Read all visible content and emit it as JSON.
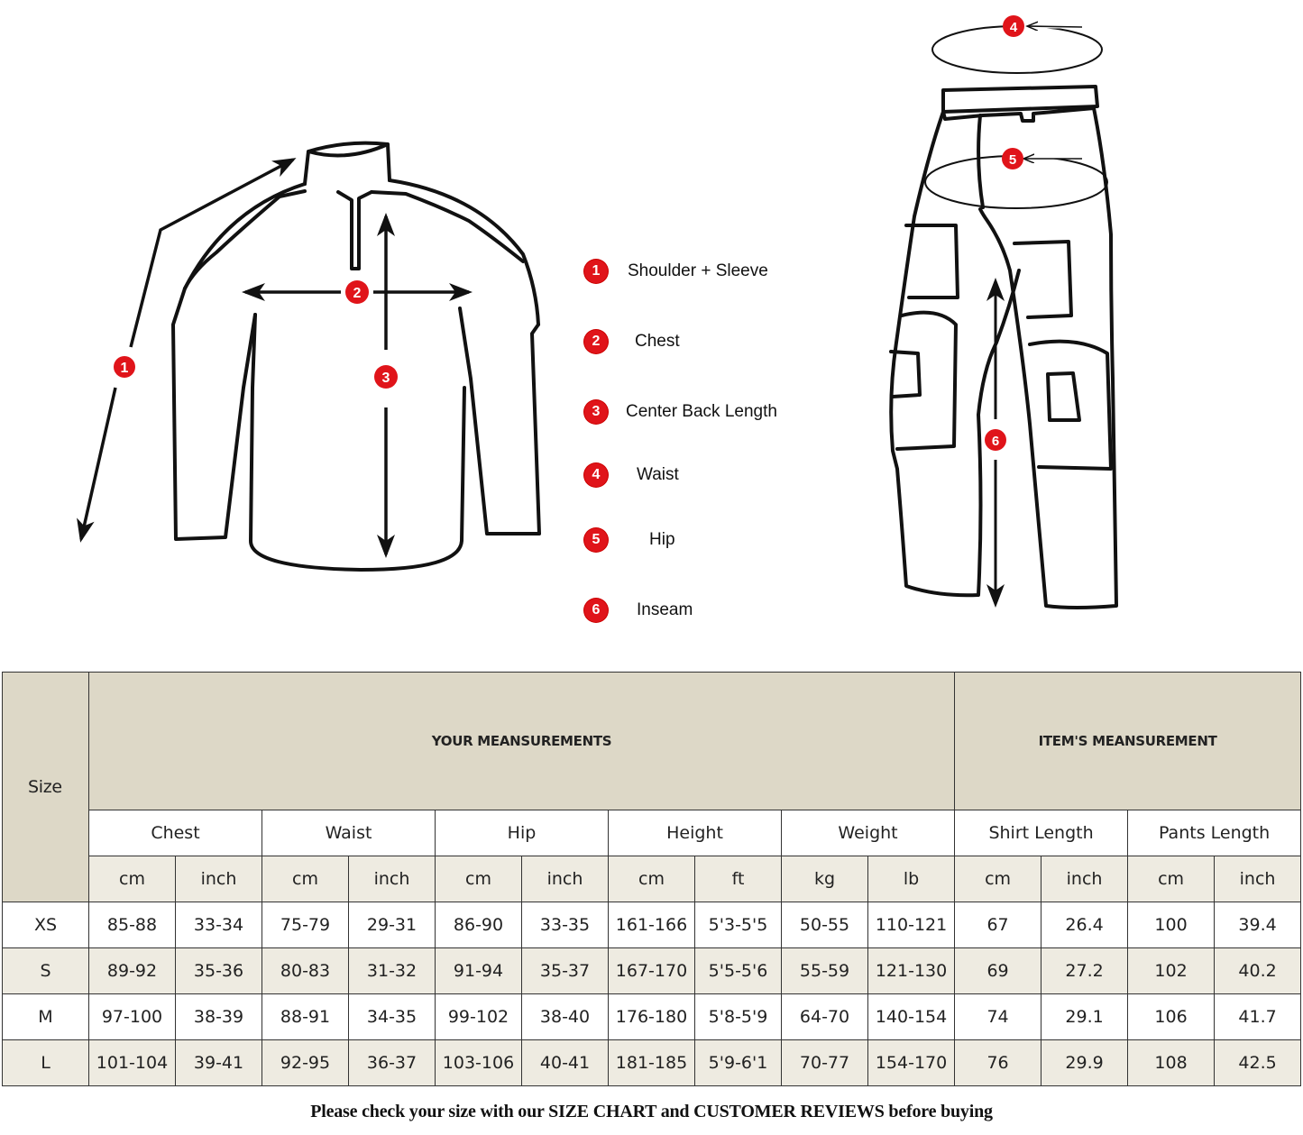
{
  "diagram": {
    "shirt_markers": [
      "1",
      "2",
      "3"
    ],
    "pants_markers": [
      "4",
      "5",
      "6"
    ],
    "legend": [
      {
        "number": "1",
        "label": "Shoulder + Sleeve"
      },
      {
        "number": "2",
        "label": "Chest"
      },
      {
        "number": "3",
        "label": "Center Back Length"
      },
      {
        "number": "4",
        "label": "Waist"
      },
      {
        "number": "5",
        "label": "Hip"
      },
      {
        "number": "6",
        "label": "Inseam"
      }
    ],
    "marker_color": "#e0141a"
  },
  "table": {
    "size_header": "Size",
    "group_headers": {
      "your_measurements": "YOUR MEANSUREMENTS",
      "items_measurement": "ITEM'S MEANSUREMENT"
    },
    "measures": [
      "Chest",
      "Waist",
      "Hip",
      "Height",
      "Weight",
      "Shirt Length",
      "Pants Length"
    ],
    "units": [
      "cm",
      "inch",
      "cm",
      "inch",
      "cm",
      "inch",
      "cm",
      "ft",
      "kg",
      "lb",
      "cm",
      "inch",
      "cm",
      "inch"
    ],
    "rows": [
      {
        "size": "XS",
        "values": [
          "85-88",
          "33-34",
          "75-79",
          "29-31",
          "86-90",
          "33-35",
          "161-166",
          "5'3-5'5",
          "50-55",
          "110-121",
          "67",
          "26.4",
          "100",
          "39.4"
        ]
      },
      {
        "size": "S",
        "values": [
          "89-92",
          "35-36",
          "80-83",
          "31-32",
          "91-94",
          "35-37",
          "167-170",
          "5'5-5'6",
          "55-59",
          "121-130",
          "69",
          "27.2",
          "102",
          "40.2"
        ]
      },
      {
        "size": "M",
        "values": [
          "97-100",
          "38-39",
          "88-91",
          "34-35",
          "99-102",
          "38-40",
          "176-180",
          "5'8-5'9",
          "64-70",
          "140-154",
          "74",
          "29.1",
          "106",
          "41.7"
        ]
      },
      {
        "size": "L",
        "values": [
          "101-104",
          "39-41",
          "92-95",
          "36-37",
          "103-106",
          "40-41",
          "181-185",
          "5'9-6'1",
          "70-77",
          "154-170",
          "76",
          "29.9",
          "108",
          "42.5"
        ]
      }
    ],
    "colors": {
      "header_fill": "#ddd8c7",
      "alt_fill": "#eeebe1",
      "border": "#333333"
    }
  },
  "footer": {
    "note": "Please check your size with our SIZE CHART and CUSTOMER REVIEWS before buying"
  }
}
